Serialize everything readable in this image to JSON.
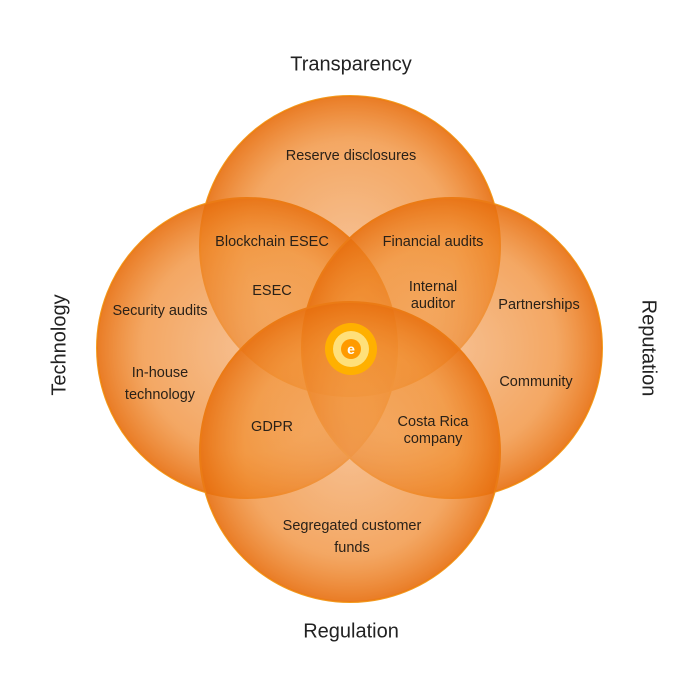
{
  "categories": {
    "top": "Transparency",
    "left": "Technology",
    "right": "Reputation",
    "bottom": "Regulation"
  },
  "regions": {
    "top_only": "Reserve disclosures",
    "top_left": "Blockchain ESEC",
    "top_right": "Financial audits",
    "left_only_1": "Security audits",
    "left_only_2": "In-house technology",
    "right_only_1": "Partnerships",
    "right_only_2": "Community",
    "top_left_inner": "ESEC",
    "top_right_inner": "Internal auditor",
    "bottom_left": "GDPR",
    "bottom_right": "Costa Rica company",
    "bottom_only": "Segregated customer funds"
  },
  "colors": {
    "circle_fill": "#f7a21b",
    "overlap": "#e25a12",
    "logo": "#ffc20e"
  },
  "logo_icon": "e-logo-icon"
}
